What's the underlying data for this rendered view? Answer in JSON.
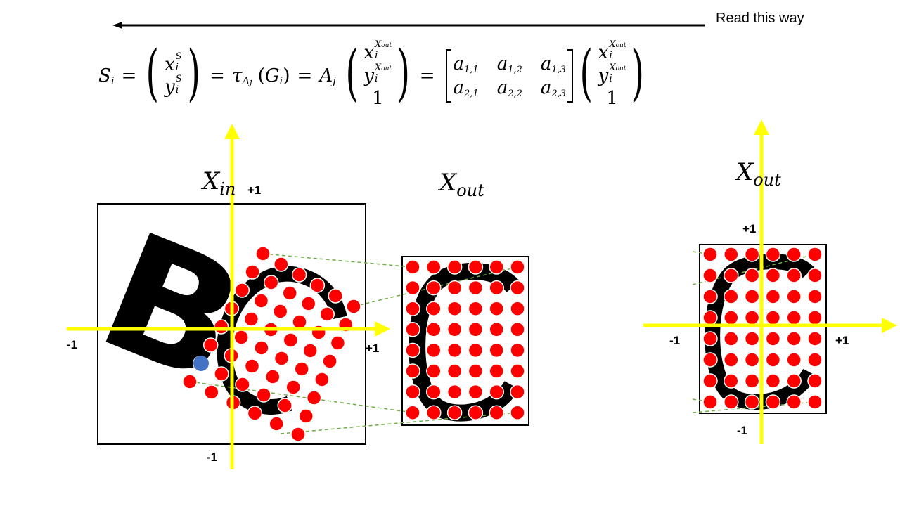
{
  "header": {
    "read_direction_text": "Read this way"
  },
  "equation": {
    "S": "S",
    "i": "i",
    "x": "x",
    "y": "y",
    "sup_S": "S",
    "sup_Xout": "X",
    "sup_Xout_sub": "out",
    "equals": "=",
    "tau": "τ",
    "A": "A",
    "j": "j",
    "G": "G",
    "one": "1",
    "matrix": [
      "a",
      "a",
      "a",
      "a",
      "a",
      "a"
    ],
    "matrix_subs": [
      "1,1",
      "1,2",
      "1,3",
      "2,1",
      "2,2",
      "2,3"
    ]
  },
  "labels": {
    "x_in": "X",
    "x_in_sub": "in",
    "x_out_mid": "X",
    "x_out_mid_sub": "out",
    "x_out_right": "X",
    "x_out_right_sub": "out"
  },
  "ticks": {
    "left_top": "+1",
    "left_bottom": "-1",
    "left_left": "-1",
    "left_right": "+1",
    "right_top": "+1",
    "right_bottom": "-1",
    "right_left": "-1",
    "right_right": "+1"
  },
  "colors": {
    "axis": "#ffff00",
    "dot": "#ff0000",
    "dot_stroke": "#ffffff",
    "blue_dot": "#4472c4",
    "dashed": "#70ad47",
    "glyph": "#000000"
  },
  "glyphs": {
    "big_letter": "B"
  }
}
